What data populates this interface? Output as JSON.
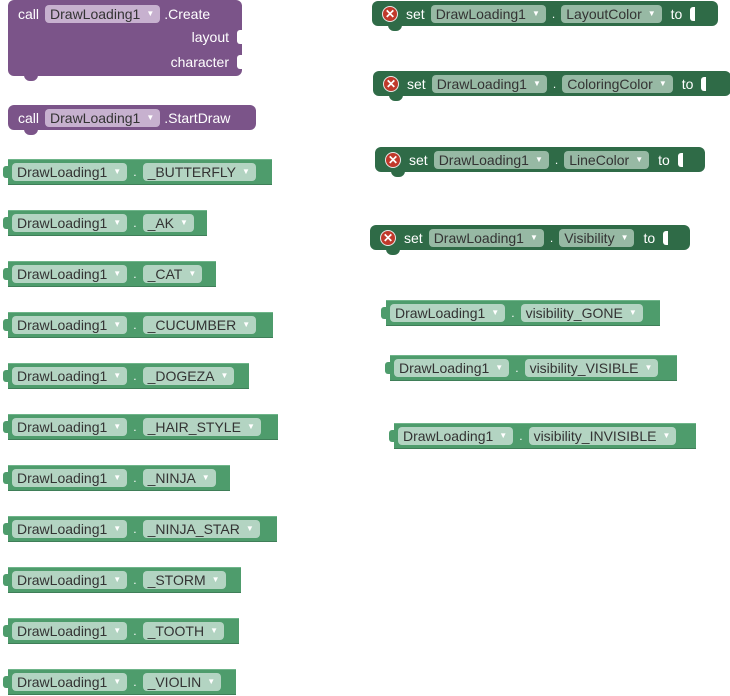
{
  "component": "DrawLoading1",
  "colors": {
    "method_purple": "#7b5489",
    "constant_green": "#4e9c6c",
    "setter_dark_green": "#2f6b47",
    "error_red": "#c0392b"
  },
  "method_blocks": [
    {
      "keyword": "call",
      "component": "DrawLoading1",
      "method": ".Create",
      "params": [
        "layout",
        "character"
      ]
    },
    {
      "keyword": "call",
      "component": "DrawLoading1",
      "method": ".StartDraw",
      "params": []
    }
  ],
  "character_constants": [
    {
      "component": "DrawLoading1",
      "value": "_BUTTERFLY"
    },
    {
      "component": "DrawLoading1",
      "value": "_AK"
    },
    {
      "component": "DrawLoading1",
      "value": "_CAT"
    },
    {
      "component": "DrawLoading1",
      "value": "_CUCUMBER"
    },
    {
      "component": "DrawLoading1",
      "value": "_DOGEZA"
    },
    {
      "component": "DrawLoading1",
      "value": "_HAIR_STYLE"
    },
    {
      "component": "DrawLoading1",
      "value": "_NINJA"
    },
    {
      "component": "DrawLoading1",
      "value": "_NINJA_STAR"
    },
    {
      "component": "DrawLoading1",
      "value": "_STORM"
    },
    {
      "component": "DrawLoading1",
      "value": "_TOOTH"
    },
    {
      "component": "DrawLoading1",
      "value": "_VIOLIN"
    }
  ],
  "setter_blocks": [
    {
      "keyword": "set",
      "component": "DrawLoading1",
      "property": "LayoutColor",
      "to": "to"
    },
    {
      "keyword": "set",
      "component": "DrawLoading1",
      "property": "ColoringColor",
      "to": "to"
    },
    {
      "keyword": "set",
      "component": "DrawLoading1",
      "property": "LineColor",
      "to": "to"
    },
    {
      "keyword": "set",
      "component": "DrawLoading1",
      "property": "Visibility",
      "to": "to"
    }
  ],
  "visibility_constants": [
    {
      "component": "DrawLoading1",
      "value": "visibility_GONE"
    },
    {
      "component": "DrawLoading1",
      "value": "visibility_VISIBLE"
    },
    {
      "component": "DrawLoading1",
      "value": "visibility_INVISIBLE"
    }
  ]
}
